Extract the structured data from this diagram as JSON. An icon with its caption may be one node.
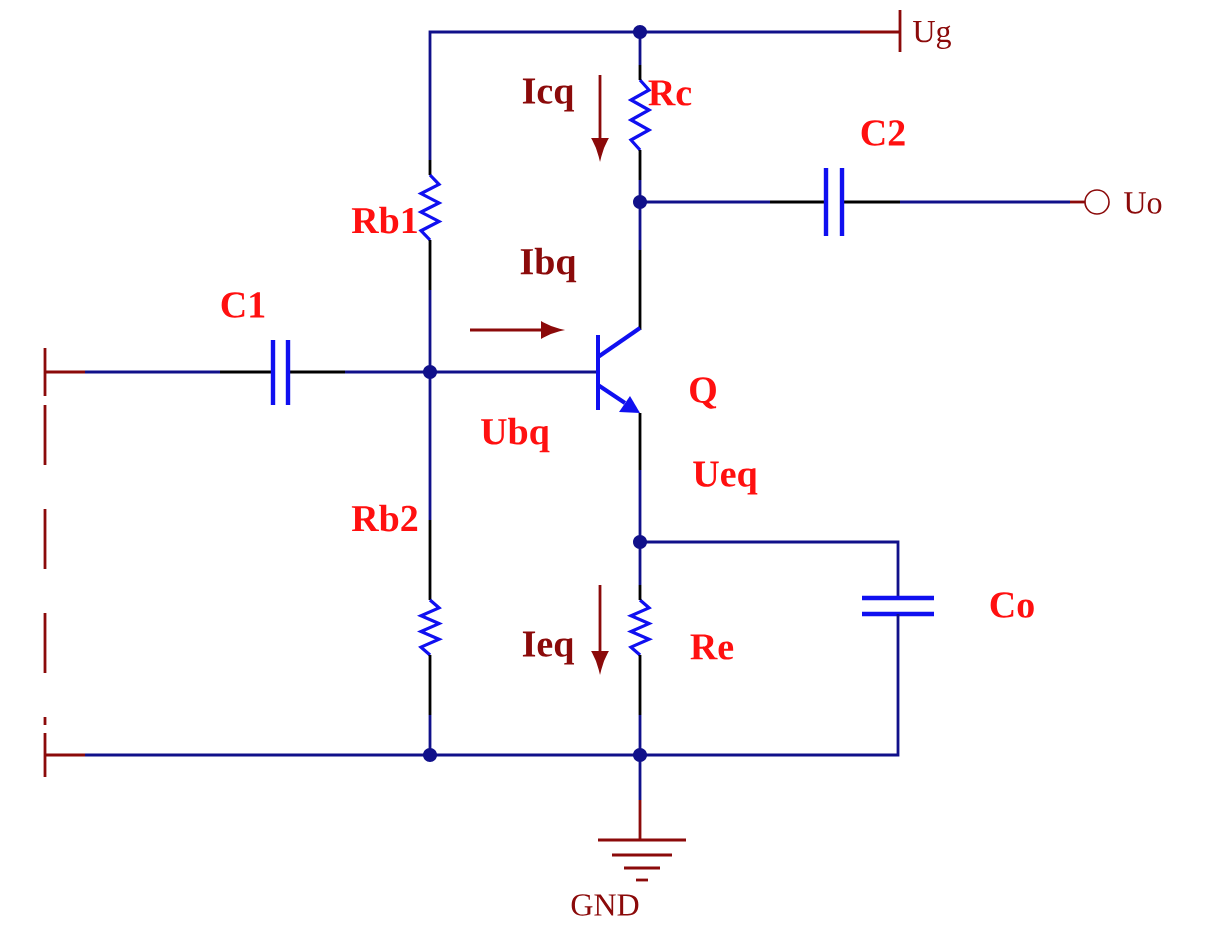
{
  "diagram": {
    "labels": [
      "Ug",
      "Icq",
      "Rc",
      "C2",
      "Uo",
      "Rb1",
      "Ibq",
      "C1",
      "Q",
      "Ubq",
      "Ueq",
      "Rb2",
      "Co",
      "Ieq",
      "Re",
      "GND"
    ]
  }
}
